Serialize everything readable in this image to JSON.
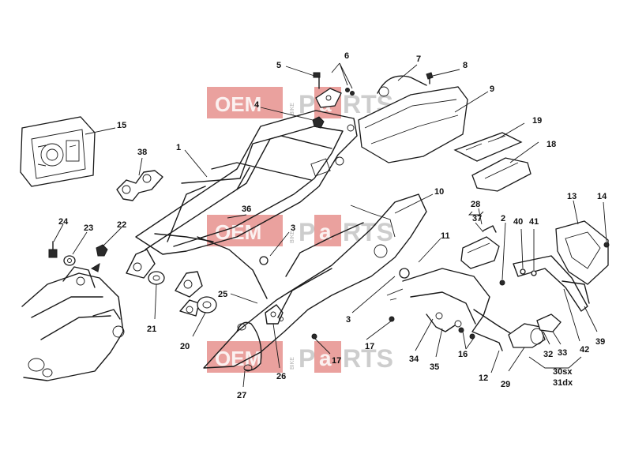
{
  "watermark": {
    "brand_left": "OEM",
    "brand_vertical": "BIKE",
    "brand_letters": [
      "P",
      "a",
      "RTS"
    ]
  },
  "callouts": {
    "c1": "1",
    "c2": "2",
    "c3a": "3",
    "c3b": "3",
    "c4": "4",
    "c5": "5",
    "c6": "6",
    "c7": "7",
    "c8": "8",
    "c9": "9",
    "c10": "10",
    "c11": "11",
    "c12": "12",
    "c13": "13",
    "c14": "14",
    "c15": "15",
    "c16": "16",
    "c17a": "17",
    "c17b": "17",
    "c18": "18",
    "c19": "19",
    "c20": "20",
    "c21": "21",
    "c22": "22",
    "c23": "23",
    "c24": "24",
    "c25": "25",
    "c26": "26",
    "c27": "27",
    "c28": "28",
    "c29": "29",
    "c30": "30sx",
    "c31": "31dx",
    "c32": "32",
    "c33": "33",
    "c34": "34",
    "c35": "35",
    "c36": "36",
    "c37": "37",
    "c38": "38",
    "c39": "39",
    "c40": "40",
    "c41": "41",
    "c42": "42"
  }
}
